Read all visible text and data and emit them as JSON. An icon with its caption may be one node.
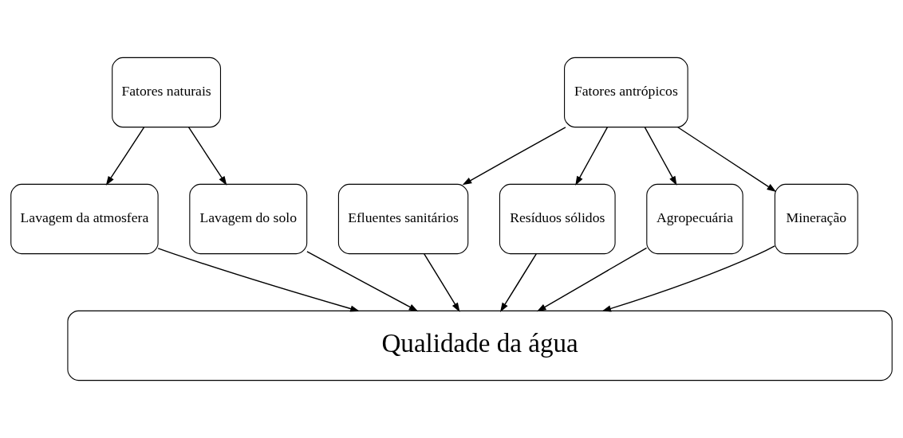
{
  "diagram": {
    "nodes": [
      {
        "text": [
          "Fatores naturais"
        ]
      },
      {
        "text": [
          "Fatores antrópicos"
        ]
      },
      {
        "text": [
          "Lavagem da atmosfera"
        ]
      },
      {
        "text": [
          "Lavagem do solo"
        ]
      },
      {
        "text": [
          "Efluentes sanitários"
        ]
      },
      {
        "text": [
          "Resíduos sólidos"
        ]
      },
      {
        "text": [
          "Agropecuária"
        ]
      },
      {
        "text": [
          "Mineração"
        ]
      },
      {
        "text": [
          "Qualidade da água"
        ]
      }
    ],
    "edges": [
      {
        "from": 0,
        "to": 2,
        "arrow": "to"
      },
      {
        "from": 0,
        "to": 3,
        "arrow": "to"
      },
      {
        "from": 1,
        "to": 4,
        "arrow": "to"
      },
      {
        "from": 1,
        "to": 5,
        "arrow": "to"
      },
      {
        "from": 1,
        "to": 6,
        "arrow": "to"
      },
      {
        "from": 1,
        "to": 7,
        "arrow": "to"
      },
      {
        "from": 2,
        "to": 8,
        "arrow": "to"
      },
      {
        "from": 3,
        "to": 8,
        "arrow": "to"
      },
      {
        "from": 4,
        "to": 8,
        "arrow": "to"
      },
      {
        "from": 5,
        "to": 8,
        "arrow": "to"
      },
      {
        "from": 6,
        "to": 8,
        "arrow": "to"
      },
      {
        "from": 7,
        "to": 8,
        "arrow": "to"
      }
    ]
  }
}
